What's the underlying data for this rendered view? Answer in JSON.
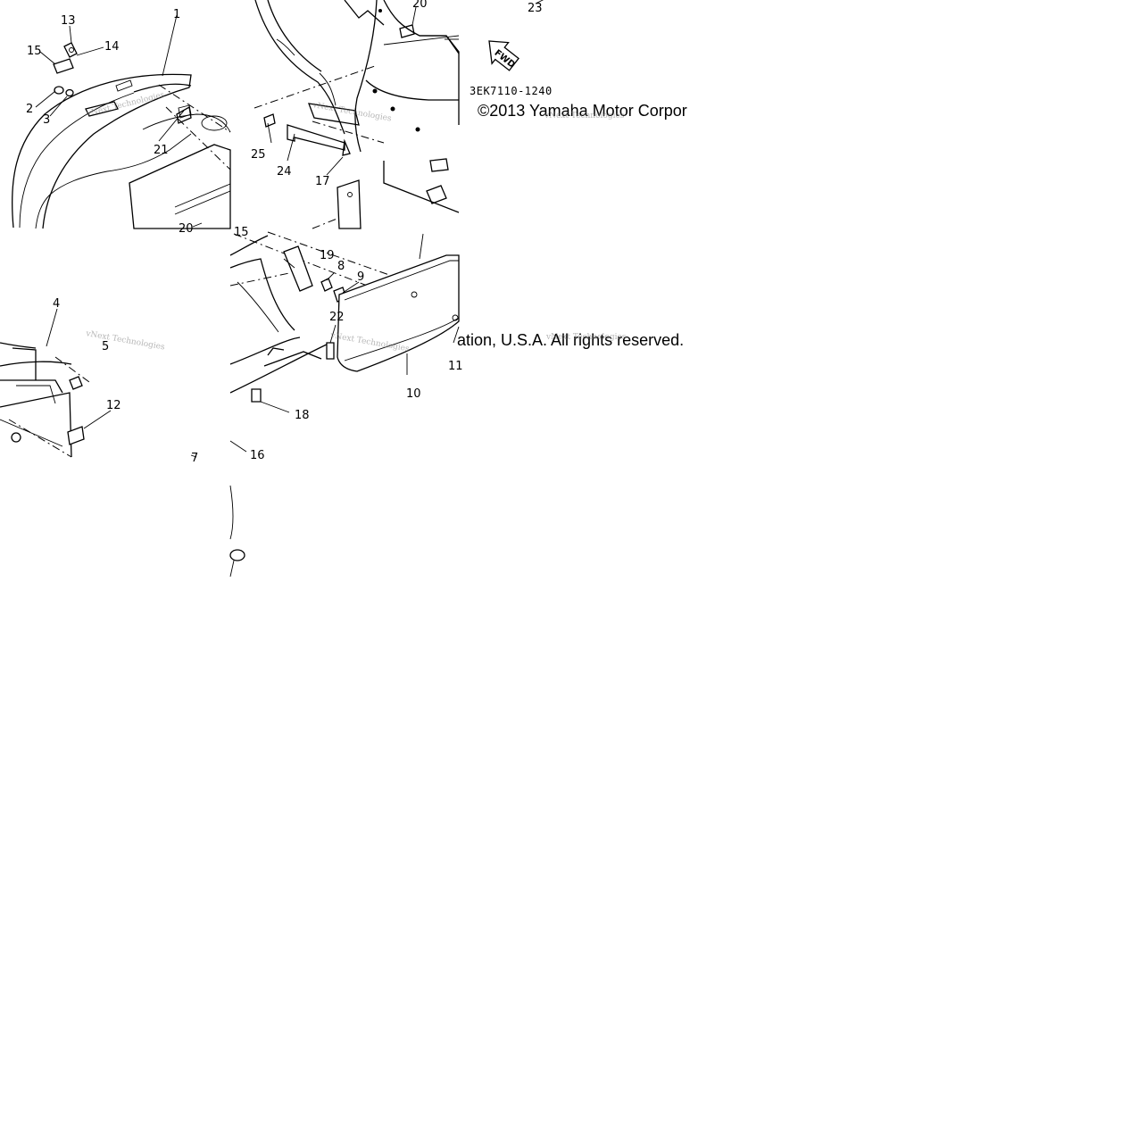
{
  "diagram": {
    "callouts": [
      "1",
      "2",
      "3",
      "4",
      "5",
      "7",
      "8",
      "9",
      "10",
      "11",
      "12",
      "13",
      "14",
      "15",
      "16",
      "17",
      "18",
      "19",
      "20",
      "21",
      "22",
      "23",
      "24",
      "25"
    ],
    "drawing_code": "3EK7110-1240",
    "copyright_left": "©2013 Yamaha Motor Corpor",
    "copyright_right": "ation, U.S.A. All rights reserved.",
    "arrow_label": "FWD",
    "watermark": "vNext Technologies"
  }
}
